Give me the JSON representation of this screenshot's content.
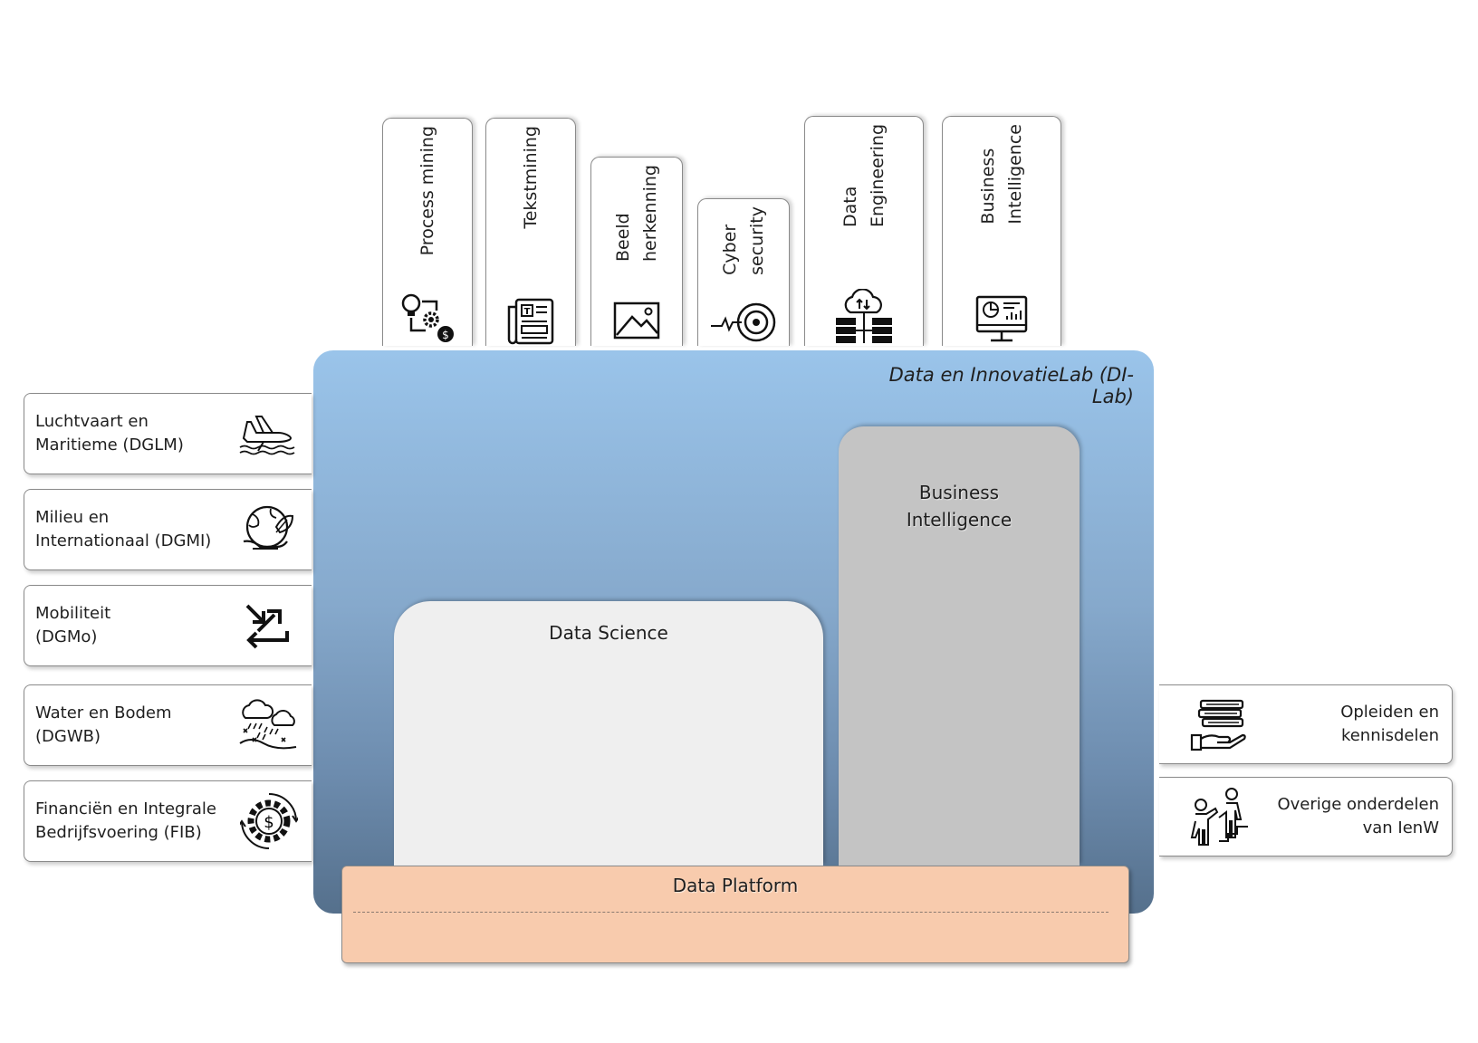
{
  "tabs": [
    {
      "label": "Process mining",
      "icon": "process-icon"
    },
    {
      "label": "Tekstmining",
      "icon": "newspaper-icon"
    },
    {
      "label": "Beeld\nherkenning",
      "icon": "image-icon"
    },
    {
      "label": "Cyber\nsecurity",
      "icon": "target-icon"
    },
    {
      "label": "Data\nEngineering",
      "icon": "cloud-server-icon"
    },
    {
      "label": "Business\nIntelligence",
      "icon": "monitor-chart-icon"
    }
  ],
  "lab": {
    "title": "Data en InnovatieLab (DI-Lab)",
    "data_science": "Data Science",
    "business_intelligence": "Business\nIntelligence",
    "data_platform": "Data Platform"
  },
  "left_cards": [
    {
      "label": "Luchtvaart en\nMaritieme (DGLM)",
      "icon": "airplane-icon"
    },
    {
      "label": "Milieu en\nInternationaal (DGMI)",
      "icon": "earth-leaf-icon"
    },
    {
      "label": "Mobiliteit\n(DGMo)",
      "icon": "arrows-icon"
    },
    {
      "label": "Water en Bodem\n(DGWB)",
      "icon": "weather-icon"
    },
    {
      "label": "Financiën en Integrale\nBedrijfsvoering  (FIB)",
      "icon": "dollar-gear-icon"
    }
  ],
  "right_cards": [
    {
      "label": "Opleiden en\nkennisdelen",
      "icon": "books-hand-icon"
    },
    {
      "label": "Overige onderdelen\nvan IenW",
      "icon": "helping-people-icon"
    }
  ]
}
